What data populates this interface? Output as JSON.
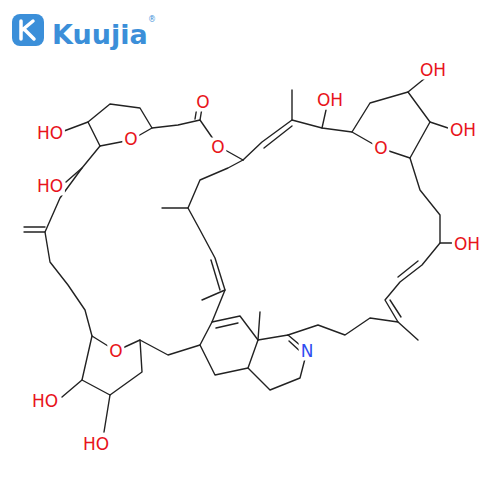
{
  "diagram": {
    "labels": [
      "Kuujia",
      "®",
      "O",
      "HO",
      "O",
      "O",
      "OH",
      "OH",
      "OH",
      "O",
      "HO",
      "OH",
      "O",
      "N",
      "HO",
      "HO"
    ]
  }
}
